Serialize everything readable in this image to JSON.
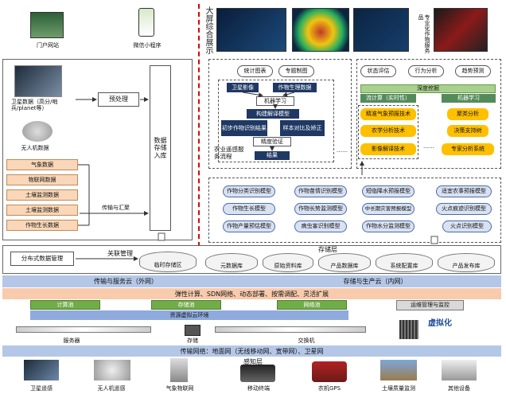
{
  "top": {
    "portal_label": "门户网站",
    "wechat_label": "微信小程序",
    "big_screen_label": "大屏综合展示",
    "special_label": "专业化作物服务品"
  },
  "left": {
    "satellite_label": "卫星数据（高分/哨兵/planet等）",
    "uav_label": "无人机数据",
    "preprocess": "预处理",
    "storage_in": "数据存储入库",
    "transfer": "传输与汇聚",
    "data_items": [
      "气象数据",
      "物联网数据",
      "土壤监测数据",
      "土壤监测数据",
      "作物生长数据"
    ]
  },
  "flow": {
    "stat_chart": "统计图表",
    "topic_map": "专题制图",
    "sat_image": "卫星影像",
    "crop_physio": "作物生理数据",
    "ml": "机器学习",
    "build_model": "构建解译模型",
    "prelim": "初步作物识别结果",
    "sample": "样本对比及矫正",
    "validate": "精度验证",
    "result": "结果",
    "caption": "农业遥感服务流程",
    "dots1": "……",
    "dots2": "……"
  },
  "right": {
    "status_eval": "状态评估",
    "behavior": "行为分析",
    "trend": "趋势预测",
    "deep_mining": "深度挖掘",
    "stream_calc": "流计算（实时性）",
    "ml": "机器学习",
    "tech": [
      "精准气象预报技术",
      "农学分析技术",
      "影像解译技术"
    ],
    "tech_right": [
      "聚类分析",
      "决策支持树",
      "专家分析系统"
    ]
  },
  "models": {
    "col1": [
      "作物分类识别模型",
      "作物生长模型",
      "作物产量预估模型"
    ],
    "col2": [
      "作物苗情识别模型",
      "作物长势监测模型",
      "病虫害识别模型"
    ],
    "col3": [
      "短临降水预报模型",
      "中长期灾害预报模型",
      "作物水分监测模型"
    ],
    "col4": [
      "适宜农事预报模型",
      "火点痕迹识别模型",
      "火点识别模型"
    ]
  },
  "storage": {
    "related": "关联管理",
    "distributed": "分布式数据管理",
    "temp_store": "临时存储区",
    "layer": "存储层",
    "meta": "元数据库",
    "raw": "原始资料库",
    "product": "产品数据库",
    "sysconf": "系统配置库",
    "release": "产品发布库"
  },
  "bands": {
    "transfer_service": "传输与服务云（外网）",
    "storage_production": "存储与生产云（内网）",
    "elastic": "弹性计算、SDN网络、动态部署、按需调配、灵活扩展",
    "compute_pool": "计算池",
    "storage_pool": "存储池",
    "network_pool": "网络池",
    "virtual_env": "资源虚拟云环境",
    "ops": "运维管理与监控",
    "virtualization": "虚拟化",
    "server": "服务器",
    "storage_dev": "存储",
    "switch": "交换机",
    "network": "传输网络：地面网（无线移动网、宽带网）、卫星网",
    "sense_layer": "感知层"
  },
  "bottom": [
    "卫星遥感",
    "无人机遥感",
    "气象物联网",
    "移动终端",
    "农机GPS",
    "土壤质量监测",
    "其他设备"
  ],
  "colors": {
    "navy": "#1f3864",
    "band_blue": "#b4c7e7",
    "band_orange": "#f8cbad",
    "green": "#70ad47",
    "yellow": "#ffc000",
    "red_line": "#e00000"
  }
}
